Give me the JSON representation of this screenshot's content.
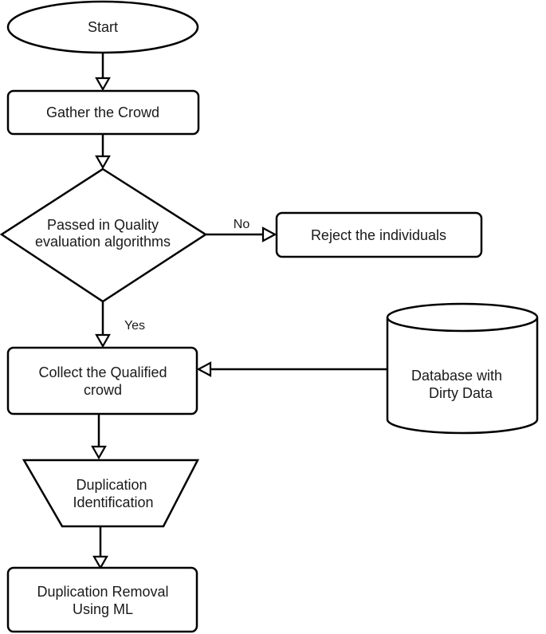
{
  "nodes": {
    "start": {
      "label": "Start"
    },
    "gather": {
      "label": "Gather the Crowd"
    },
    "decision": {
      "line1": "Passed in Quality",
      "line2": "evaluation algorithms"
    },
    "reject": {
      "label": "Reject the individuals"
    },
    "collect": {
      "line1": "Collect the Qualified",
      "line2": "crowd"
    },
    "database": {
      "line1": "Database with",
      "line2": "Dirty Data"
    },
    "dup_ident": {
      "line1": "Duplication",
      "line2": "Identification"
    },
    "dup_removal": {
      "line1": "Duplication Removal",
      "line2": "Using ML"
    }
  },
  "edges": {
    "no_label": "No",
    "yes_label": "Yes"
  }
}
